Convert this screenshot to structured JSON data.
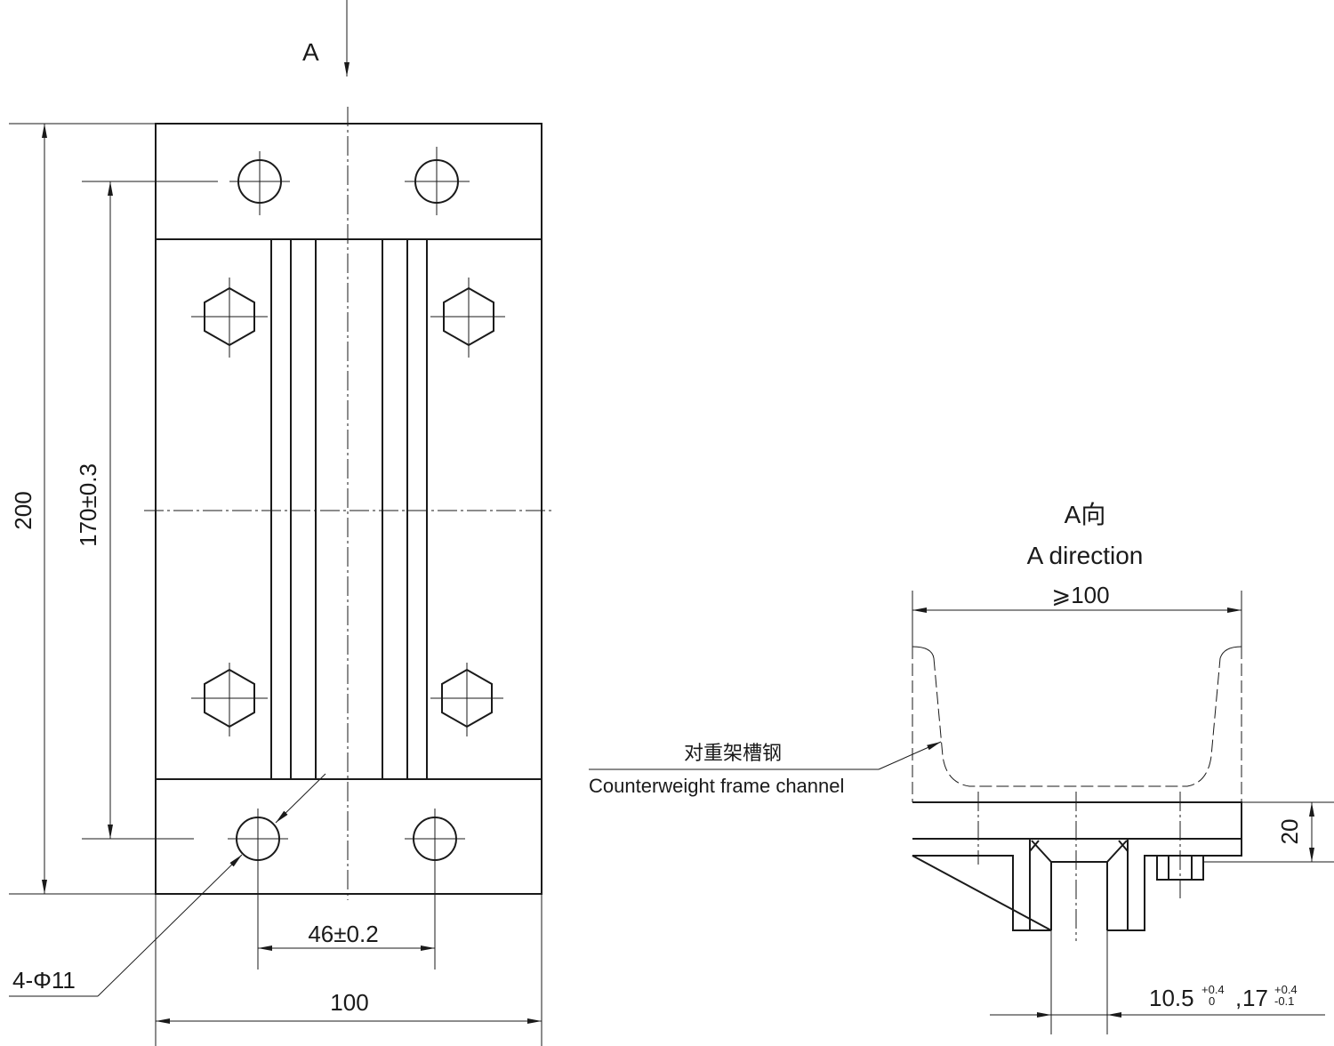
{
  "main_view": {
    "view_marker": "A",
    "dim_overall_height": "200",
    "dim_hole_pitch_vertical": "170±0.3",
    "dim_hole_pitch_horizontal": "46±0.2",
    "dim_overall_width": "100",
    "hole_callout": "4-Φ11"
  },
  "side_view": {
    "title_cn": "A向",
    "title_en": "A direction",
    "dim_channel_width": "⩾100",
    "dim_thickness": "20",
    "dim_slot_1": "10.5",
    "dim_slot_1_upper": "+0.4",
    "dim_slot_1_lower": "0",
    "dim_slot_sep": ",",
    "dim_slot_2": "17",
    "dim_slot_2_upper": "+0.4",
    "dim_slot_2_lower": "-0.1",
    "channel_label_cn": "对重架槽钢",
    "channel_label_en": "Counterweight frame channel"
  }
}
